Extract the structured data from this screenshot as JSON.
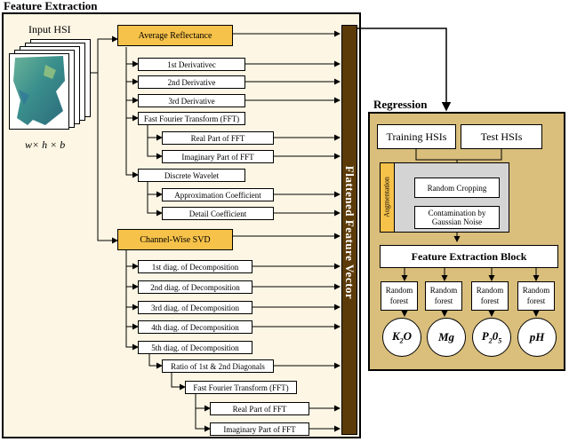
{
  "colors": {
    "panel": "#fdf6e4",
    "regression_panel": "#d9be7c",
    "header_box": "#f7c24a",
    "vector_bar": "#5c3b08",
    "augmentation_panel": "#d4d4d4",
    "augmentation_label": "#f7c24a"
  },
  "feature_extraction": {
    "title": "Feature Extraction",
    "input_label": "Input HSI",
    "dims_label": "w× h × b",
    "average_reflectance": {
      "label": "Average Reflectance",
      "derivatives": [
        "1st Derivativec",
        "2nd Derivative",
        "3rd Derivative"
      ],
      "fft": {
        "label": "Fast Fourier Transform (FFT)",
        "parts": [
          "Real Part of FFT",
          "Imaginary Part of FFT"
        ]
      },
      "wavelet": {
        "label": "Discrete Wavelet",
        "parts": [
          "Approximation Coefficient",
          "Detail Coefficient"
        ]
      }
    },
    "svd": {
      "label": "Channel-Wise SVD",
      "diagonals": [
        "1st diag. of Decomposition",
        "2nd diag. of Decomposition",
        "3rd diag. of Decomposition",
        "4th diag. of Decomposition",
        "5th diag. of Decomposition"
      ],
      "ratio": "Ratio of 1st & 2nd Diagonals",
      "fft": {
        "label": "Fast Fourier Transform (FFT)",
        "parts": [
          "Real Part of FFT",
          "Imaginary Part of FFT"
        ]
      }
    },
    "vector_label": "Flattened Feature Vector"
  },
  "regression": {
    "title": "Regression",
    "inputs": [
      "Training HSIs",
      "Test HSIs"
    ],
    "augmentation": {
      "label": "Augmentation",
      "steps": [
        "Random Cropping",
        "Contamination by Gaussian Noise"
      ]
    },
    "block_label": "Feature Extraction Block",
    "forests": [
      {
        "label": "Random forest",
        "target": "K",
        "sub": "2",
        "tail": "O"
      },
      {
        "label": "Random forest",
        "target": "Mg",
        "sub": "",
        "tail": ""
      },
      {
        "label": "Random forest",
        "target": "P",
        "sub": "2",
        "tail": "0",
        "sub2": "5"
      },
      {
        "label": "Random forest",
        "target": "pH",
        "sub": "",
        "tail": ""
      }
    ]
  }
}
